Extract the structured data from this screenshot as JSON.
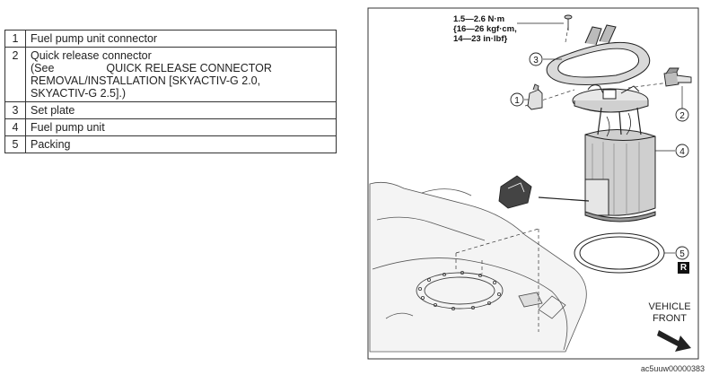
{
  "parts": [
    {
      "num": "1",
      "lines": [
        "Fuel pump unit connector"
      ]
    },
    {
      "num": "2",
      "lines": [
        "Quick release connector",
        "(See QUICK RELEASE CONNECTOR",
        "REMOVAL/INSTALLATION [SKYACTIV-G 2.0,",
        "SKYACTIV-G 2.5].)"
      ]
    },
    {
      "num": "3",
      "lines": [
        "Set plate"
      ]
    },
    {
      "num": "4",
      "lines": [
        "Fuel pump unit"
      ]
    },
    {
      "num": "5",
      "lines": [
        "Packing"
      ]
    }
  ],
  "figure": {
    "torque_spec": [
      "1.5—2.6 N·m",
      "{16—26 kgf·cm,",
      "14—23 in·lbf}"
    ],
    "callouts": [
      "1",
      "2",
      "3",
      "4",
      "5"
    ],
    "badge": "R",
    "direction_label": [
      "VEHICLE",
      "FRONT"
    ],
    "figure_code": "ac5uuw00000383"
  }
}
